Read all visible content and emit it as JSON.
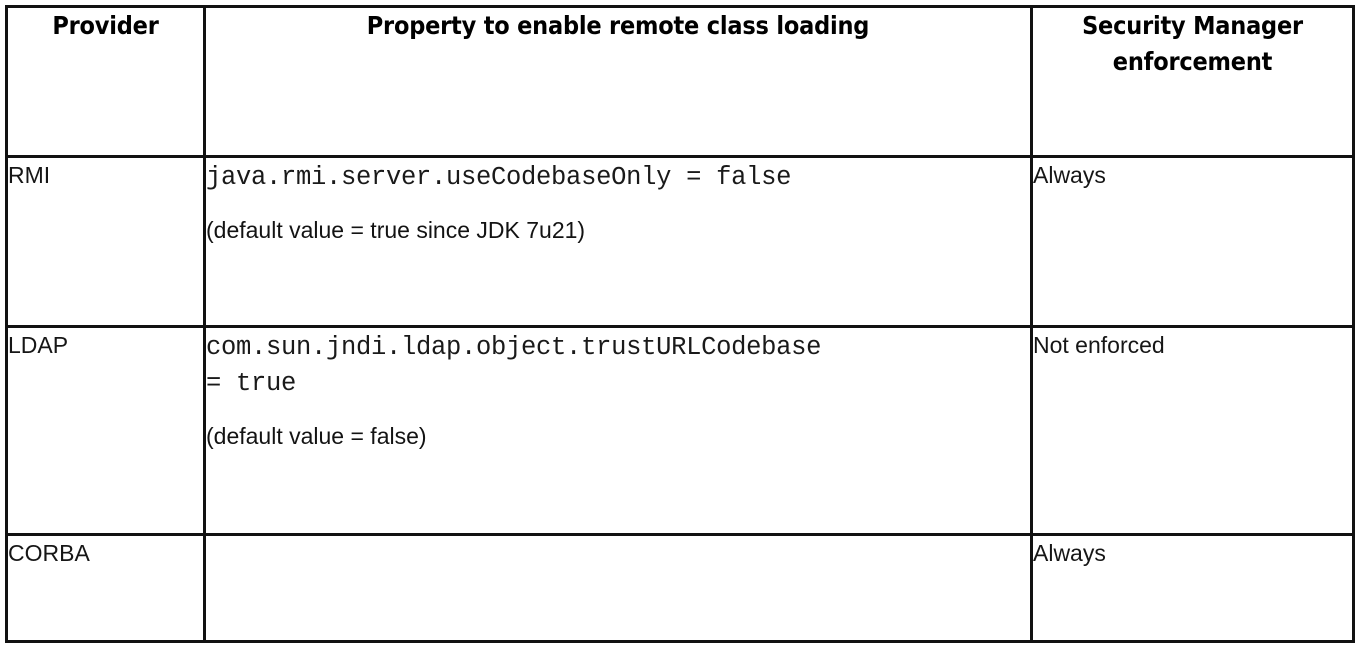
{
  "table": {
    "columns": [
      {
        "id": "provider",
        "header": "Provider",
        "align": "center"
      },
      {
        "id": "property",
        "header": "Property to enable remote class loading",
        "align": "center"
      },
      {
        "id": "enforcement",
        "header_line1": "Security Manager",
        "header_line2": "enforcement",
        "align": "center"
      }
    ],
    "rows": [
      {
        "provider": "RMI",
        "property_code": "java.rmi.server.useCodebaseOnly = false",
        "property_code_line2": "",
        "property_note": "(default value = true since JDK 7u21)",
        "enforcement": "Always"
      },
      {
        "provider": "LDAP",
        "property_code": "com.sun.jndi.ldap.object.trustURLCodebase",
        "property_code_line2": "= true",
        "property_note": "(default value = false)",
        "enforcement": "Not enforced"
      },
      {
        "provider": "CORBA",
        "property_code": "",
        "property_code_line2": "",
        "property_note": "",
        "enforcement": "Always"
      }
    ]
  },
  "style": {
    "border_color": "#111111",
    "background_color": "#ffffff",
    "text_color": "#111111"
  }
}
